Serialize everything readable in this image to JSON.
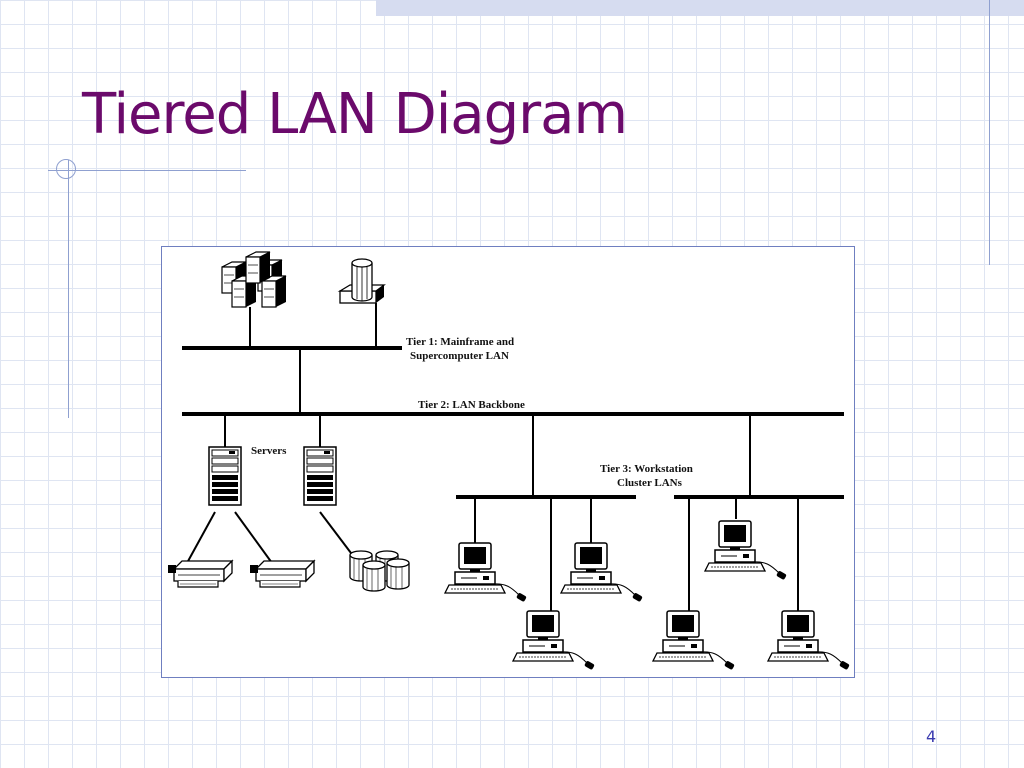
{
  "slide": {
    "title": "Tiered LAN Diagram",
    "page_number": "4"
  },
  "diagram": {
    "labels": {
      "tier1_line1": "Tier 1: Mainframe and",
      "tier1_line2": "Supercomputer LAN",
      "tier2": "Tier 2: LAN Backbone",
      "servers": "Servers",
      "tier3_line1": "Tier 3: Workstation",
      "tier3_line2": "Cluster LANs"
    },
    "nodes": [
      {
        "id": "mainframe",
        "icon": "mainframe-icon"
      },
      {
        "id": "supercomputer",
        "icon": "supercomputer-icon"
      },
      {
        "id": "server-1",
        "icon": "server-tower-icon"
      },
      {
        "id": "server-2",
        "icon": "server-tower-icon"
      },
      {
        "id": "printer-1",
        "icon": "printer-icon"
      },
      {
        "id": "printer-2",
        "icon": "printer-icon"
      },
      {
        "id": "disk-storage",
        "icon": "disk-storage-icon"
      },
      {
        "id": "workstation-1",
        "icon": "workstation-icon"
      },
      {
        "id": "workstation-2",
        "icon": "workstation-icon"
      },
      {
        "id": "workstation-3",
        "icon": "workstation-icon"
      },
      {
        "id": "workstation-4",
        "icon": "workstation-icon"
      },
      {
        "id": "workstation-5",
        "icon": "workstation-icon"
      },
      {
        "id": "workstation-6",
        "icon": "workstation-icon"
      }
    ],
    "edges": [
      {
        "from": "mainframe",
        "to": "tier1-lan"
      },
      {
        "from": "supercomputer",
        "to": "tier1-lan"
      },
      {
        "from": "tier1-lan",
        "to": "lan-backbone"
      },
      {
        "from": "server-1",
        "to": "lan-backbone"
      },
      {
        "from": "server-2",
        "to": "lan-backbone"
      },
      {
        "from": "server-1",
        "to": "printer-1"
      },
      {
        "from": "server-1",
        "to": "printer-2"
      },
      {
        "from": "server-2",
        "to": "disk-storage"
      },
      {
        "from": "cluster-lan-left",
        "to": "lan-backbone"
      },
      {
        "from": "cluster-lan-right",
        "to": "lan-backbone"
      },
      {
        "from": "workstation-1",
        "to": "cluster-lan-left"
      },
      {
        "from": "workstation-2",
        "to": "cluster-lan-left"
      },
      {
        "from": "workstation-3",
        "to": "cluster-lan-left"
      },
      {
        "from": "workstation-4",
        "to": "cluster-lan-right"
      },
      {
        "from": "workstation-5",
        "to": "cluster-lan-right"
      },
      {
        "from": "workstation-6",
        "to": "cluster-lan-right"
      }
    ]
  }
}
